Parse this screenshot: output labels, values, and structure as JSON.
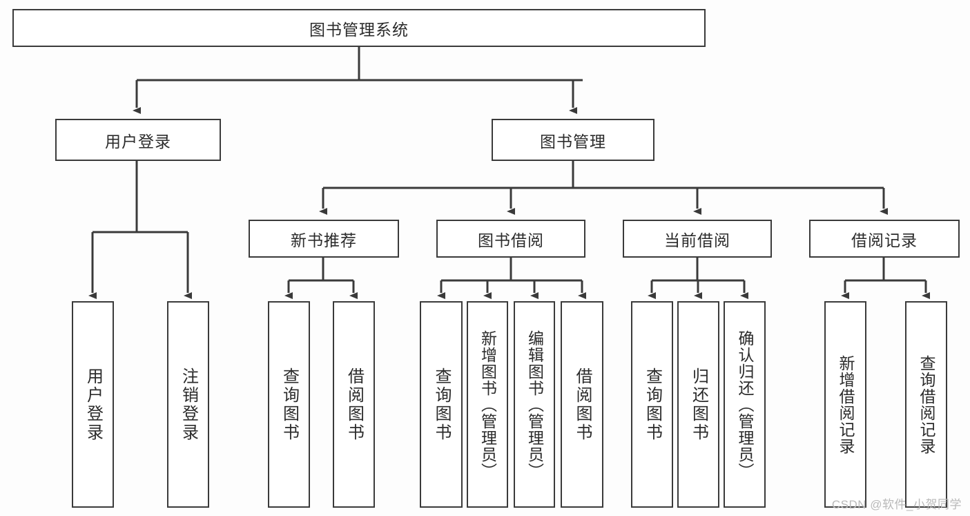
{
  "diagram": {
    "type": "hierarchy-tree",
    "title": "图书管理系统",
    "root": {
      "id": "root",
      "label": "图书管理系统"
    },
    "level2": [
      {
        "id": "user-login",
        "label": "用户登录"
      },
      {
        "id": "book-management",
        "label": "图书管理"
      }
    ],
    "level3": [
      {
        "id": "new-book-recommend",
        "label": "新书推荐",
        "parent": "book-management"
      },
      {
        "id": "book-borrow",
        "label": "图书借阅",
        "parent": "book-management"
      },
      {
        "id": "current-borrow",
        "label": "当前借阅",
        "parent": "book-management"
      },
      {
        "id": "borrow-record",
        "label": "借阅记录",
        "parent": "book-management"
      }
    ],
    "leaves": [
      {
        "id": "leaf-user-login",
        "label": "用户登录",
        "parent": "user-login"
      },
      {
        "id": "leaf-logout",
        "label": "注销登录",
        "parent": "user-login"
      },
      {
        "id": "leaf-query-book-1",
        "label": "查询图书",
        "parent": "new-book-recommend"
      },
      {
        "id": "leaf-borrow-book-1",
        "label": "借阅图书",
        "parent": "new-book-recommend"
      },
      {
        "id": "leaf-query-book-2",
        "label": "查询图书",
        "parent": "book-borrow"
      },
      {
        "id": "leaf-add-book",
        "label": "新增图书（管理员）",
        "parent": "book-borrow"
      },
      {
        "id": "leaf-edit-book",
        "label": "编辑图书（管理员）",
        "parent": "book-borrow"
      },
      {
        "id": "leaf-borrow-book-2",
        "label": "借阅图书",
        "parent": "book-borrow"
      },
      {
        "id": "leaf-query-book-3",
        "label": "查询图书",
        "parent": "current-borrow"
      },
      {
        "id": "leaf-return-book",
        "label": "归还图书",
        "parent": "current-borrow"
      },
      {
        "id": "leaf-confirm-return",
        "label": "确认归还（管理员）",
        "parent": "current-borrow"
      },
      {
        "id": "leaf-add-record",
        "label": "新增借阅记录",
        "parent": "borrow-record"
      },
      {
        "id": "leaf-query-record",
        "label": "查询借阅记录",
        "parent": "borrow-record"
      }
    ],
    "watermark": "CSDN @软件_小贺同学",
    "colors": {
      "border": "#3a3a3a",
      "box_fill": "#ffffff",
      "text": "#2b2b2b",
      "background": "#fdfdfd",
      "watermark": "#b9b9b9"
    }
  }
}
